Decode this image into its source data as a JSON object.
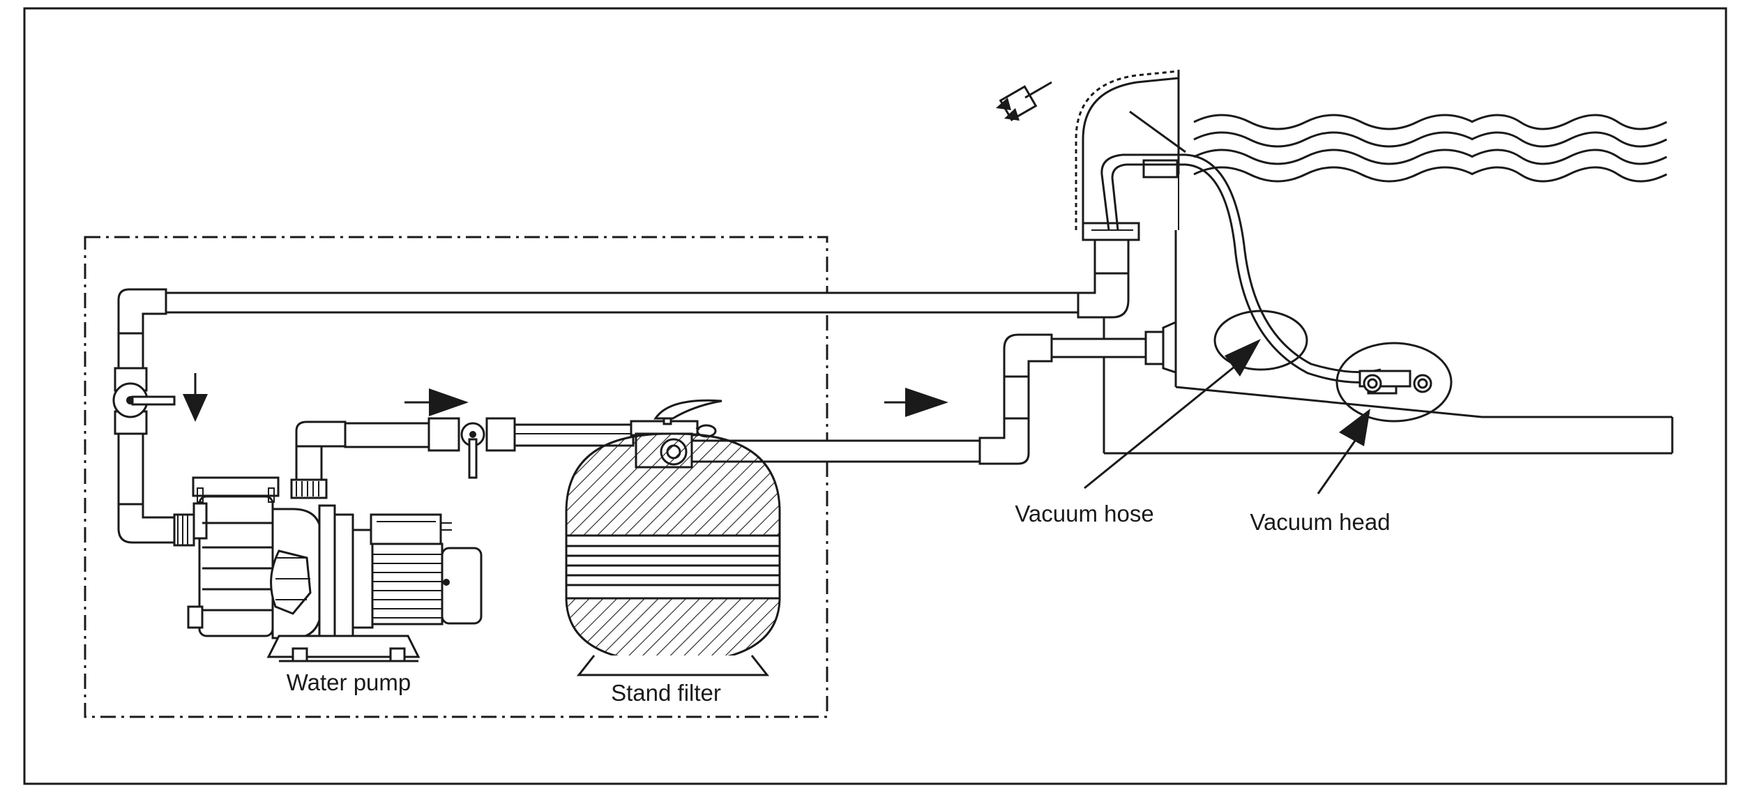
{
  "labels": {
    "water_pump": "Water pump",
    "stand_filter": "Stand filter",
    "vacuum_hose": "Vacuum hose",
    "vacuum_head": "Vacuum head"
  },
  "colors": {
    "line": "#1a1a1a",
    "background": "#ffffff"
  }
}
